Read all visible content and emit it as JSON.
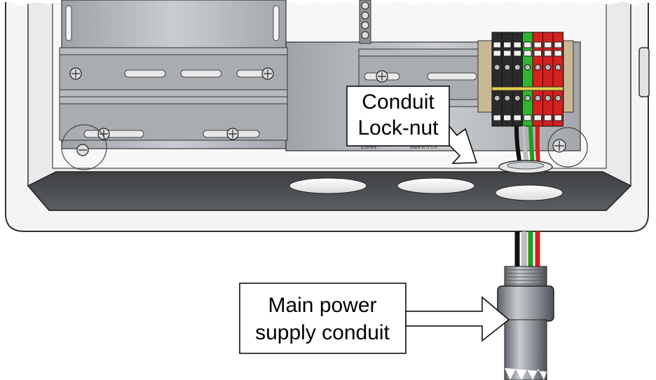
{
  "callouts": {
    "locknut": {
      "line1": "Conduit",
      "line2": "Lock-nut"
    },
    "conduit": {
      "line1": "Main power",
      "line2": "supply conduit"
    }
  },
  "backplate": {
    "brand": "Lorex",
    "made_in": "Made in U.S.A."
  },
  "terminal_block": {
    "groups": [
      {
        "color": "#2b2b2b",
        "count": 3
      },
      {
        "color": "#2fb52f",
        "count": 1
      },
      {
        "color": "#d61f1f",
        "count": 3
      }
    ]
  },
  "wire_colors": {
    "black": "#111111",
    "white": "#f2f2f2",
    "green": "#1f9e1f",
    "red": "#d42020"
  }
}
